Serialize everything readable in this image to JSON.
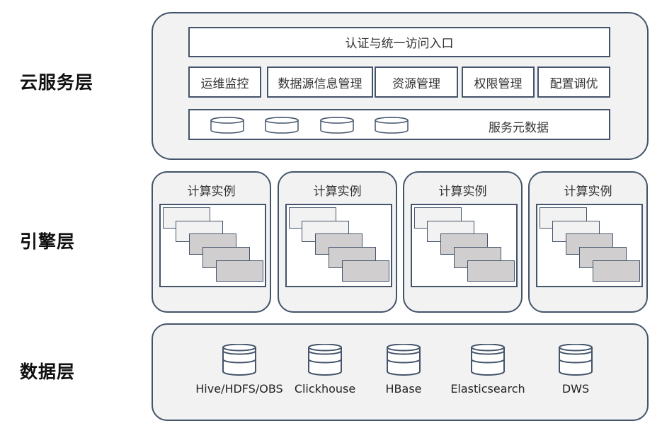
{
  "layers": {
    "cloud": "云服务层",
    "engine": "引擎层",
    "data": "数据层"
  },
  "cloud": {
    "auth_entry": "认证与统一访问入口",
    "modules": [
      "运维监控",
      "数据源信息管理",
      "资源管理",
      "权限管理",
      "配置调优"
    ],
    "metadata_label": "服务元数据",
    "metadata_db_icon": "database-cylinder-icon"
  },
  "engine": {
    "instance_label": "计算实例",
    "instances": [
      "计算实例",
      "计算实例",
      "计算实例",
      "计算实例"
    ],
    "stack_icon": "stacked-windows-icon"
  },
  "data_sources": [
    "Hive/HDFS/OBS",
    "Clickhouse",
    "HBase",
    "Elasticsearch",
    "DWS"
  ],
  "colors": {
    "border": "#44546a",
    "panel_fill": "#f2f2f2",
    "box_fill": "#ffffff",
    "stack_light": "#f2f2f2",
    "stack_dark": "#d0cece"
  }
}
